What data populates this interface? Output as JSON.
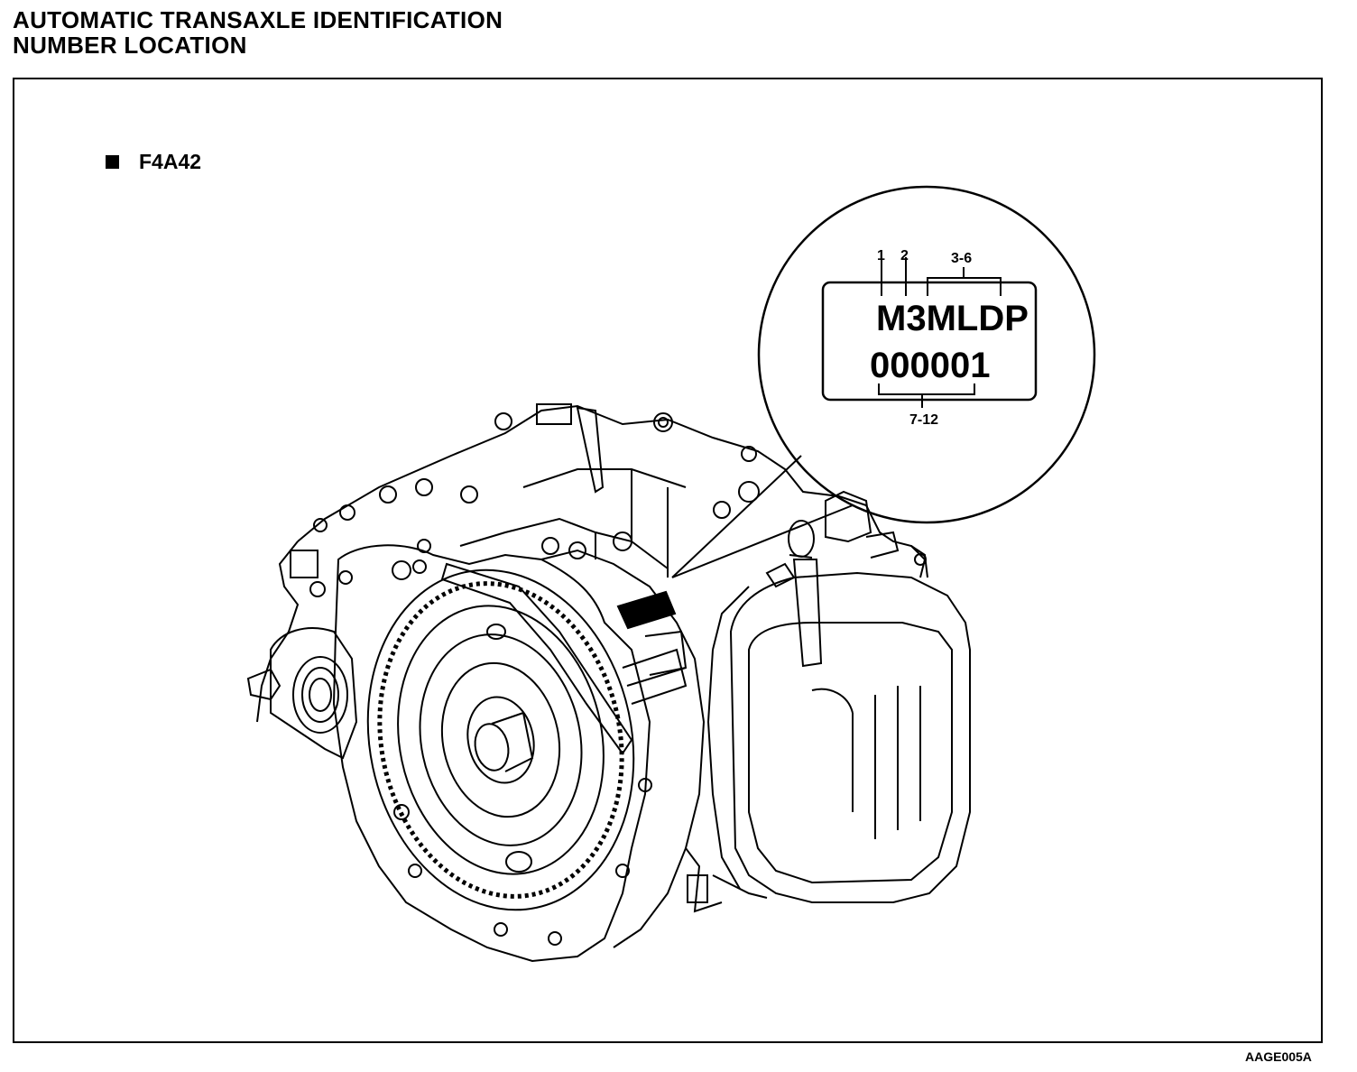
{
  "title_line1": "AUTOMATIC TRANSAXLE IDENTIFICATION",
  "title_line2": "NUMBER LOCATION",
  "model": "F4A42",
  "plate": {
    "line1": "M3MLDP",
    "line2": "000001",
    "label_1": "1",
    "label_2": "2",
    "label_3_6": "3-6",
    "label_7_12": "7-12"
  },
  "figure_code": "AAGE005A"
}
